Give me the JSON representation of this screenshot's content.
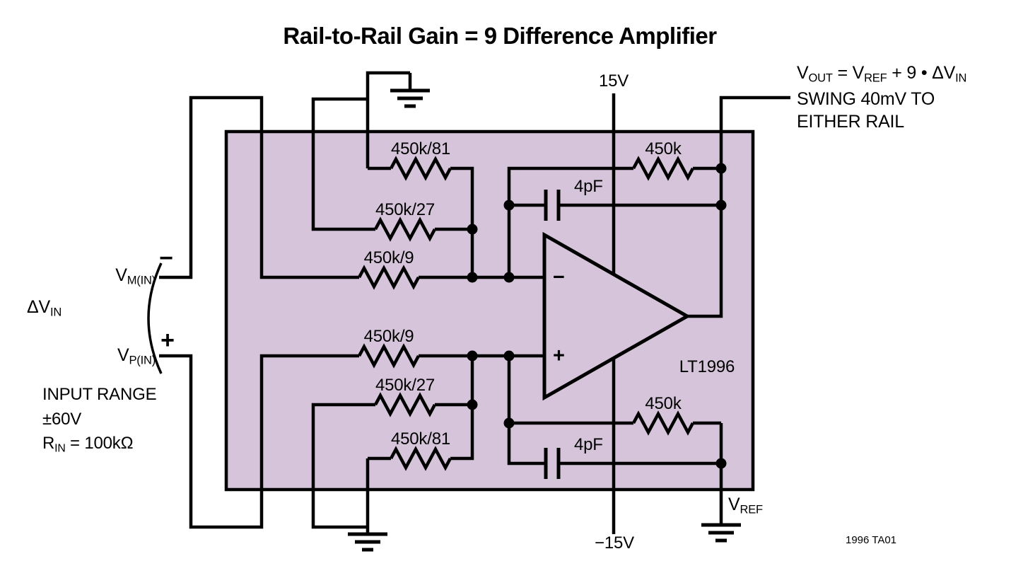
{
  "title": "Rail-to-Rail Gain = 9 Difference Amplifier",
  "ic": {
    "part": "LT1996"
  },
  "power": {
    "positive_rail": "15V",
    "negative_rail": "−15V"
  },
  "resistors": {
    "minus_div81": "450k/81",
    "minus_div27": "450k/27",
    "minus_div9": "450k/9",
    "plus_div9": "450k/9",
    "plus_div27": "450k/27",
    "plus_div81": "450k/81",
    "feedback_top": "450k",
    "feedback_bottom": "450k"
  },
  "capacitors": {
    "top": "4pF",
    "bottom": "4pF"
  },
  "opamp": {
    "inverting_sign": "−",
    "noninverting_sign": "+"
  },
  "inputs": {
    "vm_base": "V",
    "vm_sub": "M(IN)",
    "vm_polarity": "−",
    "vp_base": "V",
    "vp_sub": "P(IN)",
    "vp_polarity": "+",
    "delta_base": "ΔV",
    "delta_sub": "IN",
    "range_line1": "INPUT RANGE",
    "range_line2": "±60V",
    "rin_base": "R",
    "rin_sub": "IN",
    "rin_value": " = 100kΩ"
  },
  "output": {
    "f_p1": "V",
    "f_s1": "OUT",
    "f_p2": " = V",
    "f_s2": "REF",
    "f_p3": " + 9 • ΔV",
    "f_s3": "IN",
    "line2": "SWING 40mV TO",
    "line3": "EITHER RAIL"
  },
  "vref": {
    "base": "V",
    "sub": "REF"
  },
  "note": "1996 TA01",
  "colors": {
    "ic_fill": "#d6c5da",
    "line": "#000000"
  }
}
